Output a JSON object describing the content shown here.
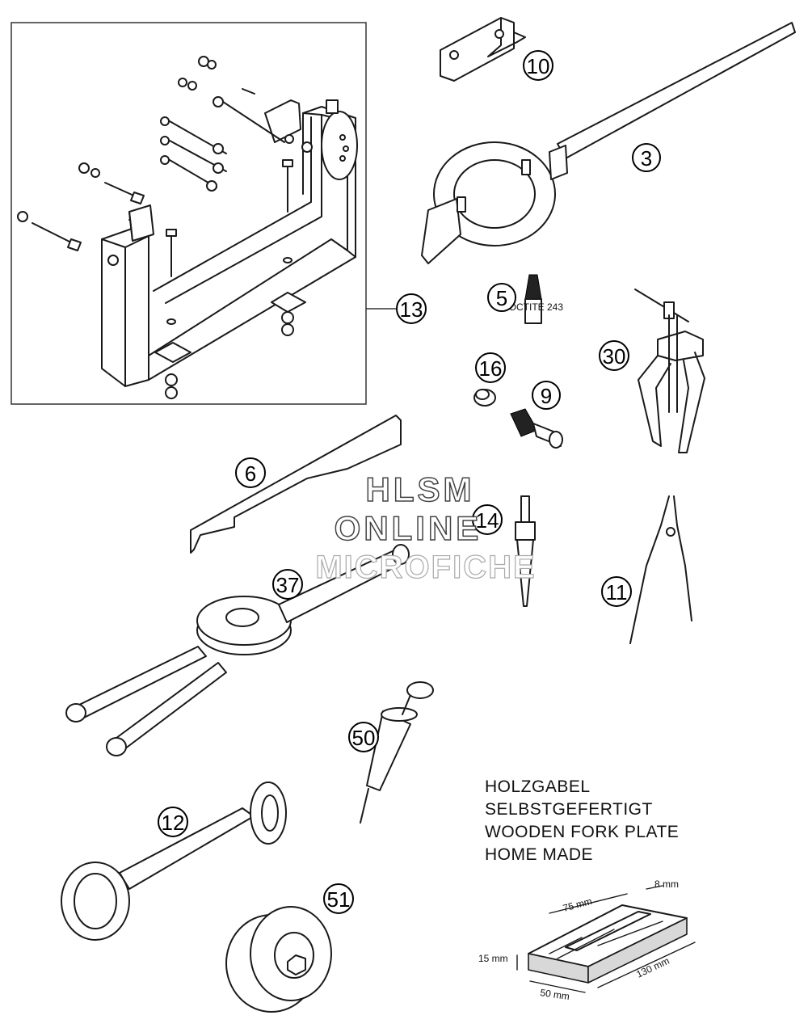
{
  "callouts": {
    "c10": "10",
    "c3": "3",
    "c13": "13",
    "c5": "5",
    "c30": "30",
    "c16": "16",
    "c9": "9",
    "c6": "6",
    "c14": "14",
    "c11": "11",
    "c37": "37",
    "c50": "50",
    "c12": "12",
    "c51": "51"
  },
  "note": {
    "line1": "HOLZGABEL",
    "line2": "SELBSTGEFERTIGT",
    "line3": "WOODEN FORK PLATE",
    "line4": "HOME MADE"
  },
  "dimensions": {
    "d75": "75 mm",
    "d8": "8 mm",
    "d15": "15 mm",
    "d130": "130 mm",
    "d50": "50 mm"
  },
  "loctite_label": "LOCTITE 243",
  "watermark": {
    "line1": "HLSM",
    "line2": "ONLINE",
    "line3": "MICROFICHE"
  }
}
